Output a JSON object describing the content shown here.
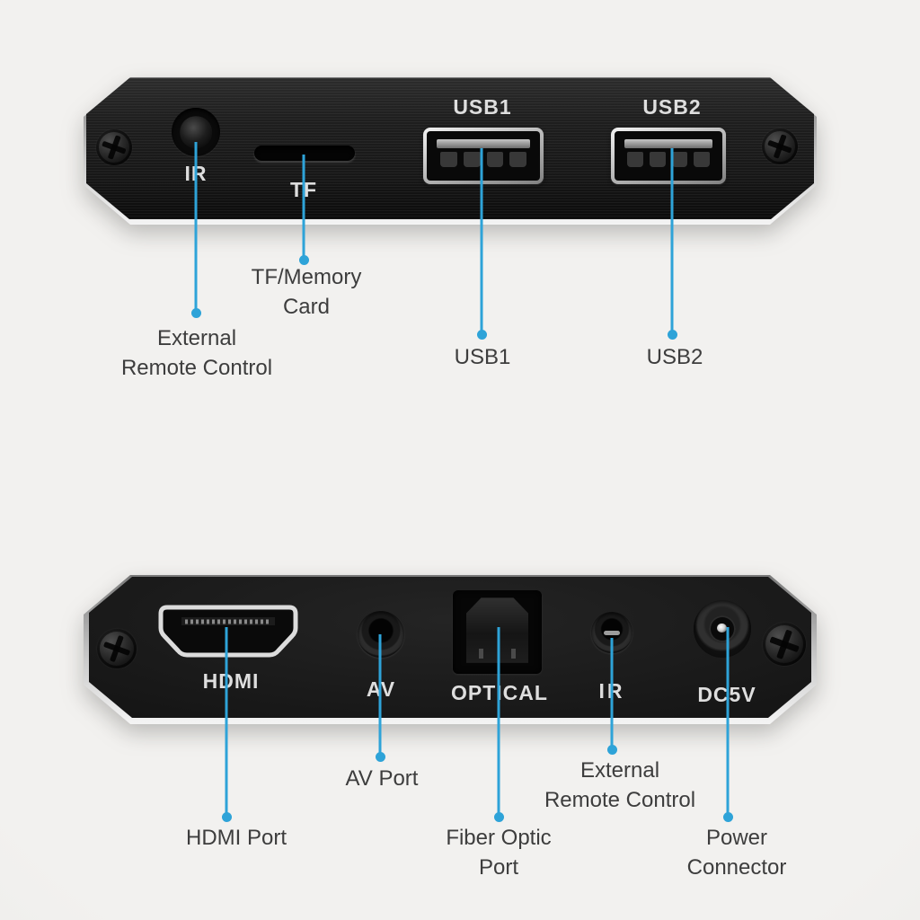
{
  "colors": {
    "accent_blue": "#2ea3d8",
    "device_black": "#161616",
    "silver_edge": "#d9d9d9",
    "callout_text": "#3d3d3d",
    "port_text": "#dedede",
    "background": "#f0efed"
  },
  "top_panel": {
    "port_labels": {
      "ir": "IR",
      "tf": "TF",
      "usb1": "USB1",
      "usb2": "USB2"
    },
    "callouts": {
      "ir": "External\nRemote Control",
      "tf": "TF/Memory\nCard",
      "usb1": "USB1",
      "usb2": "USB2"
    }
  },
  "bottom_panel": {
    "port_labels": {
      "hdmi": "HDMI",
      "av": "AV",
      "optical": "OPTICAL",
      "ir": "IR",
      "dc": "DC5V"
    },
    "callouts": {
      "hdmi": "HDMI Port",
      "av": "AV Port",
      "optical": "Fiber Optic\nPort",
      "ir": "External\nRemote Control",
      "dc": "Power\nConnector"
    }
  }
}
